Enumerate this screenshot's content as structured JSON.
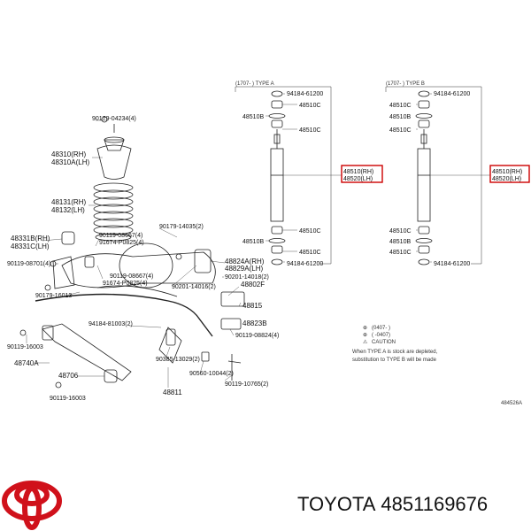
{
  "footer": {
    "brand": "TOYOTA",
    "part_number": "4851169676"
  },
  "diagram": {
    "left_parts": [
      "90179-04234(4)",
      "48310(RH)",
      "48310A(LH)",
      "48131(RH)",
      "48132(LH)",
      "48331B(RH)",
      "48331C(LH)",
      "90119-08701(4)",
      "90179-16013",
      "90119-16003",
      "48740A",
      "48706",
      "90119-16003",
      "90119-08667(4)",
      "91674-P0825(4)",
      "90179-14035(2)",
      "90119-08667(4)",
      "91674-P0825(4)",
      "90201-14016(2)",
      "94184-81003(2)",
      "90385-13029(2)",
      "48811",
      "90560-10044(2)",
      "90119-10765(2)",
      "48824A(RH)",
      "48829A(LH)",
      "90201-14018(2)",
      "48802F",
      "48815",
      "48823B",
      "90119-08824(4)"
    ],
    "type_a": {
      "header": "(1707-   ) TYPE A",
      "parts": {
        "nut_top": "94184-61200",
        "cushion_1": "48510C",
        "retainer_top": "48510B",
        "cushion_2": "48510C",
        "shock_rh": "48510(RH)",
        "shock_lh": "48520(LH)",
        "cushion_3": "48510C",
        "retainer_bottom": "48510B",
        "cushion_4": "48510C",
        "nut_bottom": "94184-61200"
      }
    },
    "type_b": {
      "header": "(1707-   ) TYPE B",
      "parts": {
        "nut_top": "94184-61200",
        "cushion_1": "48510C",
        "retainer_top": "48510B",
        "cushion_2": "48510C",
        "shock_rh": "48510(RH)",
        "shock_lh": "48520(LH)",
        "cushion_3": "48510C",
        "retainer_bottom": "48510B",
        "cushion_4": "48510C",
        "nut_bottom": "94184-61200"
      }
    },
    "legend": {
      "line1": "(0407-   )",
      "line2": "(   -0407)",
      "caution_title": "CAUTION",
      "caution_line1": "When TYPE A is stock are depleted,",
      "caution_line2": "substitution to TYPE B will be made",
      "doc_id": "484526A"
    },
    "colors": {
      "highlight": "#cc0000",
      "logo_red": "#d0111b"
    }
  }
}
